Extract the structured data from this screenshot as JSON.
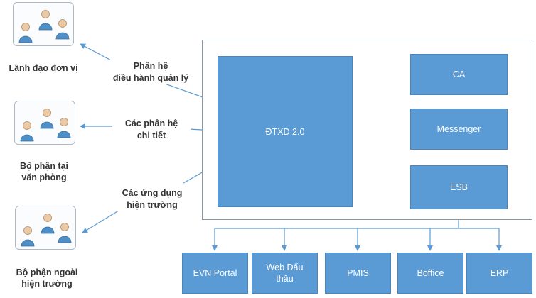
{
  "user_groups": [
    {
      "id": "leaders",
      "label": "Lãnh đạo đơn vị"
    },
    {
      "id": "office",
      "label": "Bộ phận tại\nvăn phòng"
    },
    {
      "id": "field",
      "label": "Bộ phận ngoài\nhiện trường"
    }
  ],
  "edge_labels": [
    {
      "id": "management",
      "label": "Phân hệ\nđiều hành quản lý"
    },
    {
      "id": "details",
      "label": "Các phân hệ\nchi tiết"
    },
    {
      "id": "field-apps",
      "label": "Các ứng dụng\nhiện trường"
    }
  ],
  "core_system": {
    "label": "ĐTXD 2.0"
  },
  "services": [
    {
      "id": "ca",
      "label": "CA"
    },
    {
      "id": "messenger",
      "label": "Messenger"
    },
    {
      "id": "esb",
      "label": "ESB"
    }
  ],
  "integrations": [
    {
      "id": "evn-portal",
      "label": "EVN Portal"
    },
    {
      "id": "web-dau-thau",
      "label": "Web Đấu\nthầu"
    },
    {
      "id": "pmis",
      "label": "PMIS"
    },
    {
      "id": "boffice",
      "label": "Boffice"
    },
    {
      "id": "erp",
      "label": "ERP"
    }
  ],
  "colors": {
    "box_fill": "#5b9bd5",
    "connector": "#5b9bd5",
    "container_border": "#8896a6"
  }
}
